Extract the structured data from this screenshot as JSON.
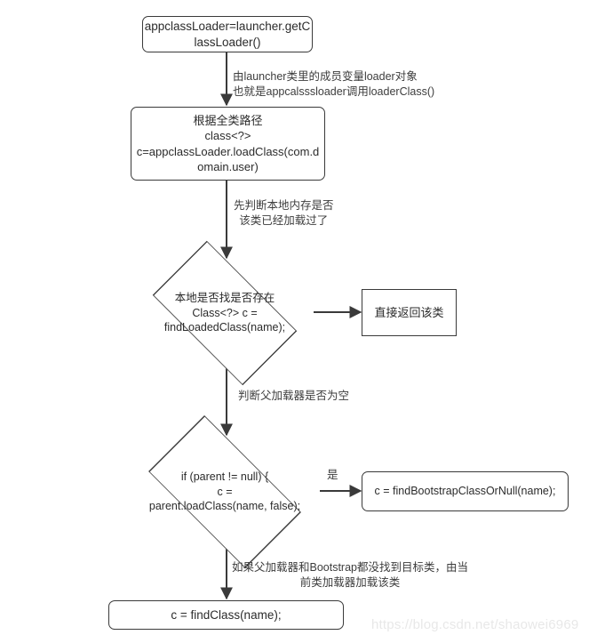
{
  "diagram": {
    "type": "flowchart",
    "title": "Java ClassLoader loadClass flow",
    "background": "#ffffff",
    "stroke_color": "#3a3a3a",
    "text_color": "#2b2b2b",
    "watermark": "https://blog.csdn.net/shaowei6969",
    "nodes": [
      {
        "id": "n1",
        "shape": "rounded-rect",
        "text": "appclassLoader=launcher.getC\nlassLoader()"
      },
      {
        "id": "n2",
        "shape": "rounded-rect",
        "text": "根据全类路径\nclass<?>\nc=appclassLoader.loadClass(com.d\nomain.user)"
      },
      {
        "id": "n3",
        "shape": "diamond",
        "text": "本地是否找是否存在\nClass<?> c =\nfindLoadedClass(name);"
      },
      {
        "id": "n4",
        "shape": "rect",
        "text": "直接返回该类"
      },
      {
        "id": "n5",
        "shape": "diamond",
        "text": "if (parent != null) {\n                c =\nparent.loadClass(name, false);"
      },
      {
        "id": "n6",
        "shape": "rounded-rect",
        "text": "c = findBootstrapClassOrNull(name);"
      },
      {
        "id": "n7",
        "shape": "rounded-rect",
        "text": "c = findClass(name);"
      }
    ],
    "edge_labels": [
      {
        "id": "e1",
        "from": "n1",
        "to": "n2",
        "text": "由launcher类里的成员变量loader对象\n也就是appcalsssloader调用loaderClass()"
      },
      {
        "id": "e2",
        "from": "n2",
        "to": "n3",
        "text": "先判断本地内存是否\n该类已经加载过了"
      },
      {
        "id": "e3",
        "from": "n3",
        "to": "n4",
        "text": ""
      },
      {
        "id": "e4",
        "from": "n3",
        "to": "n5",
        "text": "判断父加载器是否为空"
      },
      {
        "id": "e5",
        "from": "n5",
        "to": "n6",
        "text": "是"
      },
      {
        "id": "e6",
        "from": "n5",
        "to": "n7",
        "text": "如果父加载器和Bootstrap都没找到目标类，由当\n前类加载器加载该类"
      }
    ]
  }
}
